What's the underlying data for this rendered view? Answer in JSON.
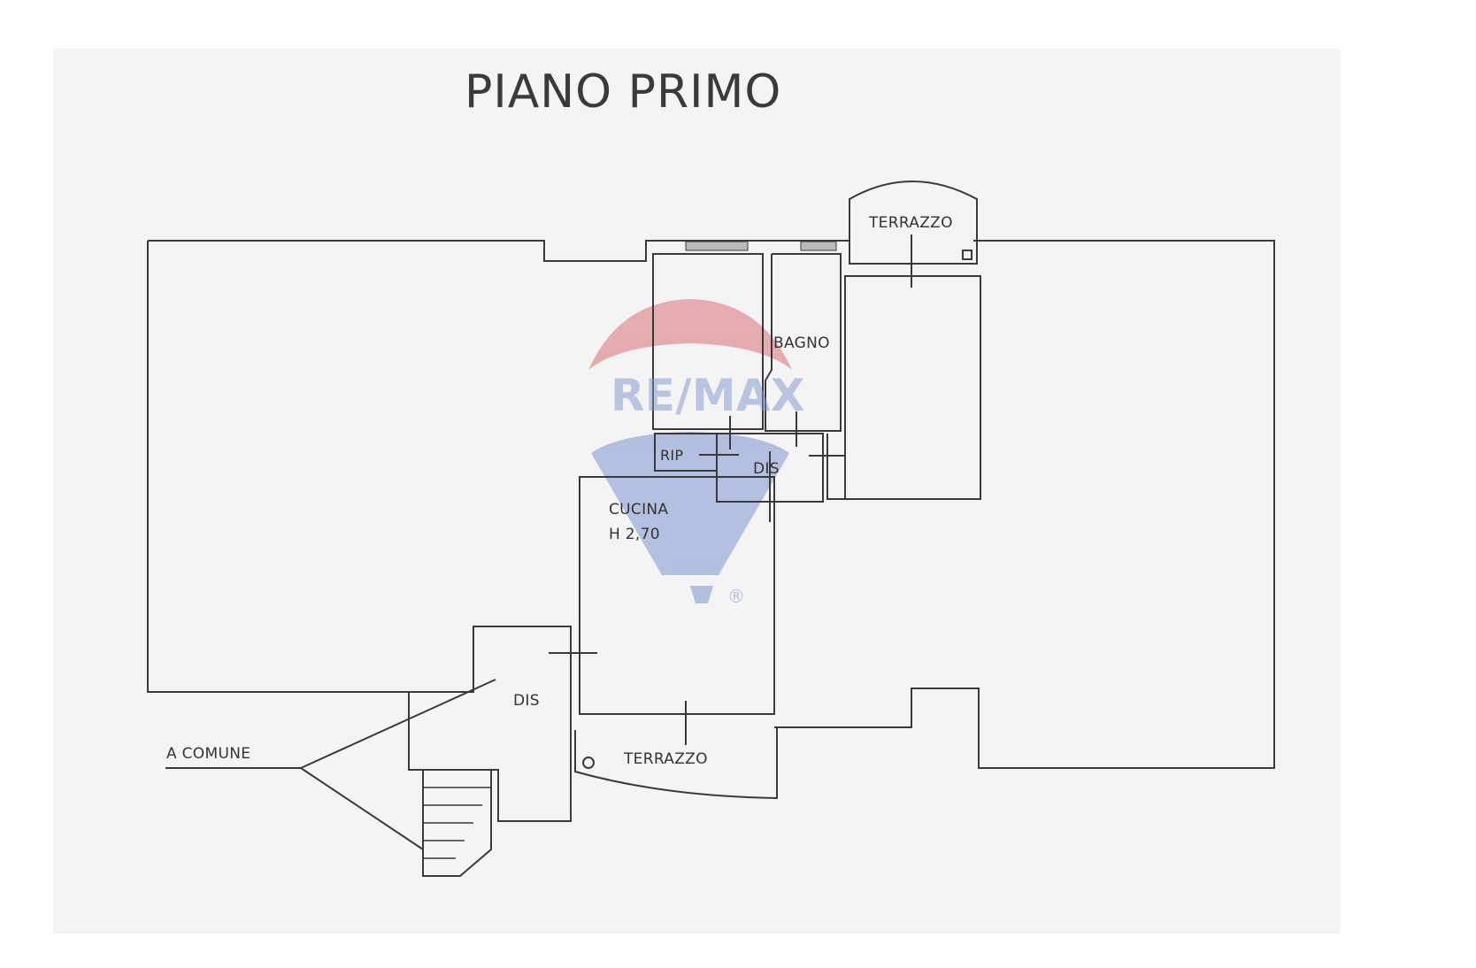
{
  "plan": {
    "title": "PIANO PRIMO",
    "rooms": {
      "terrazzo_top": "TERRAZZO",
      "bagno": "BAGNO",
      "rip": "RIP",
      "dis_upper": "DIS",
      "cucina": "CUCINA",
      "cucina_height": "H 2,70",
      "dis_lower": "DIS",
      "terrazzo_bottom": "TERRAZZO"
    },
    "annotation": "A COMUNE"
  },
  "watermark": {
    "brand": "RE/MAX",
    "registered": "®",
    "colors": {
      "red": "#d8737a",
      "blue": "#7f95cf"
    }
  },
  "colors": {
    "line": "#3a3a3a",
    "paper": "#f3f3f3"
  }
}
